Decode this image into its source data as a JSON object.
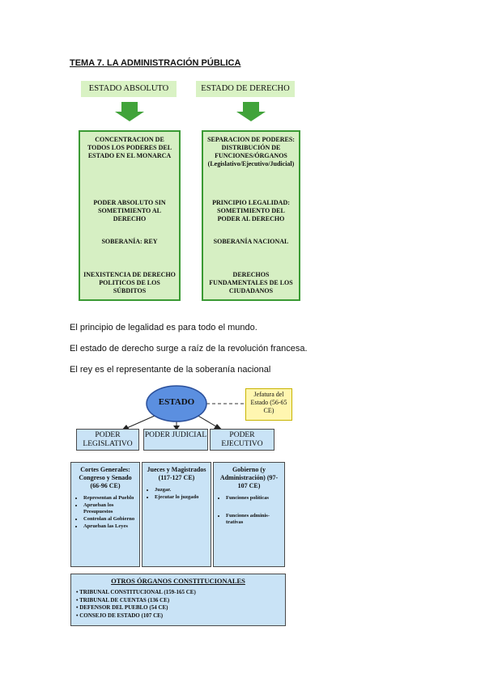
{
  "title": "TEMA 7. LA ADMINISTRACIÓN PÚBLICA",
  "diagram1": {
    "left_header": "ESTADO ABSOLUTO",
    "right_header": "ESTADO DE DERECHO",
    "left_items": [
      "CONCENTRACION DE TODOS LOS PODERES DEL ESTADO EN EL MONARCA",
      "PODER ABSOLUTO SIN SOMETIMIENTO AL DERECHO",
      "SOBERANÍA: REY",
      "INEXISTENCIA DE DERECHO POLITICOS DE LOS SÚBDITOS"
    ],
    "right_items": [
      "SEPARACION DE PODERES: DISTRIBUCIÓN DE FUNCIONES/ÓRGANOS (Legislativo/Ejecutivo/Judicial)",
      "PRINCIPIO LEGALIDAD: SOMETIMIENTO DEL PODER AL DERECHO",
      "SOBERANÍA NACIONAL",
      "DERECHOS FUNDAMENTALES DE LOS CIUDADANOS"
    ]
  },
  "paragraphs": [
    "El principio de legalidad es para todo el mundo.",
    "El estado de derecho surge a raíz de la revolución francesa.",
    "El rey es el representante de la soberanía nacional"
  ],
  "diagram2": {
    "estado": "ESTADO",
    "jefatura": "Jefatura del Estado (56-65 CE)",
    "powers": [
      {
        "name": "PODER LEGISLATIVO",
        "org": "Cortes Generales: Congreso y Senado (66-96 CE)",
        "items": [
          "Representan al Pueblo",
          "Aprueban los Presupuestos",
          "Controlan al Gobierno",
          "Aprueban las Leyes"
        ]
      },
      {
        "name": "PODER JUDICIAL",
        "org": "Jueces y Magistrados (117-127 CE)",
        "items": [
          "Juzgar.",
          "Ejecutar lo juzgado"
        ]
      },
      {
        "name": "PODER EJECUTIVO",
        "org": "Gobierno (y Administración) (97-107 CE)",
        "items": [
          "Funciones políticas",
          "Funciones adminis-trativas"
        ]
      }
    ],
    "others_title": "OTROS ÓRGANOS CONSTITUCIONALES",
    "others": [
      "TRIBUNAL CONSTITUCIONAL (159-165 CE)",
      "TRIBUNAL DE CUENTAS (136 CE)",
      "DEFENSOR DEL PUEBLO (54 CE)",
      "CONSEJO DE ESTADO (107 CE)"
    ]
  },
  "colors": {
    "green_border": "#3a9a33",
    "green_fill": "#d6efc3",
    "blue_fill": "#c9e3f6",
    "ellipse": "#5b8fe0",
    "yellow": "#fff6b0"
  }
}
